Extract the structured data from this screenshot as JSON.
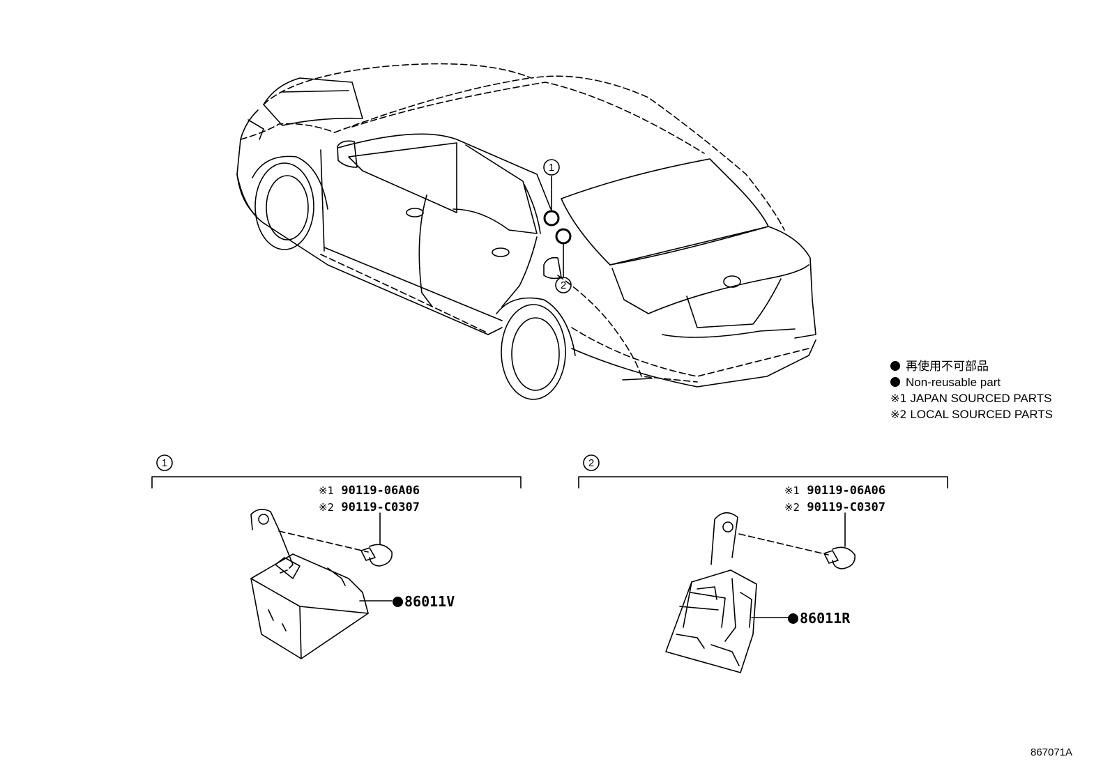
{
  "legend": {
    "non_reusable_jp": "再使用不可部品",
    "non_reusable_en": "Non-reusable part",
    "note1_symbol": "※1",
    "note1_text": "JAPAN SOURCED PARTS",
    "note2_symbol": "※2",
    "note2_text": "LOCAL SOURCED PARTS"
  },
  "callouts": {
    "one": "1",
    "two": "2"
  },
  "section1": {
    "bolt_note1_symbol": "※1",
    "bolt_note1_part": "90119-06A06",
    "bolt_note2_symbol": "※2",
    "bolt_note2_part": "90119-C0307",
    "part_number": "86011V"
  },
  "section2": {
    "bolt_note1_symbol": "※1",
    "bolt_note1_part": "90119-06A06",
    "bolt_note2_symbol": "※2",
    "bolt_note2_part": "90119-C0307",
    "part_number": "86011R"
  },
  "diagram_ref": "867071A"
}
